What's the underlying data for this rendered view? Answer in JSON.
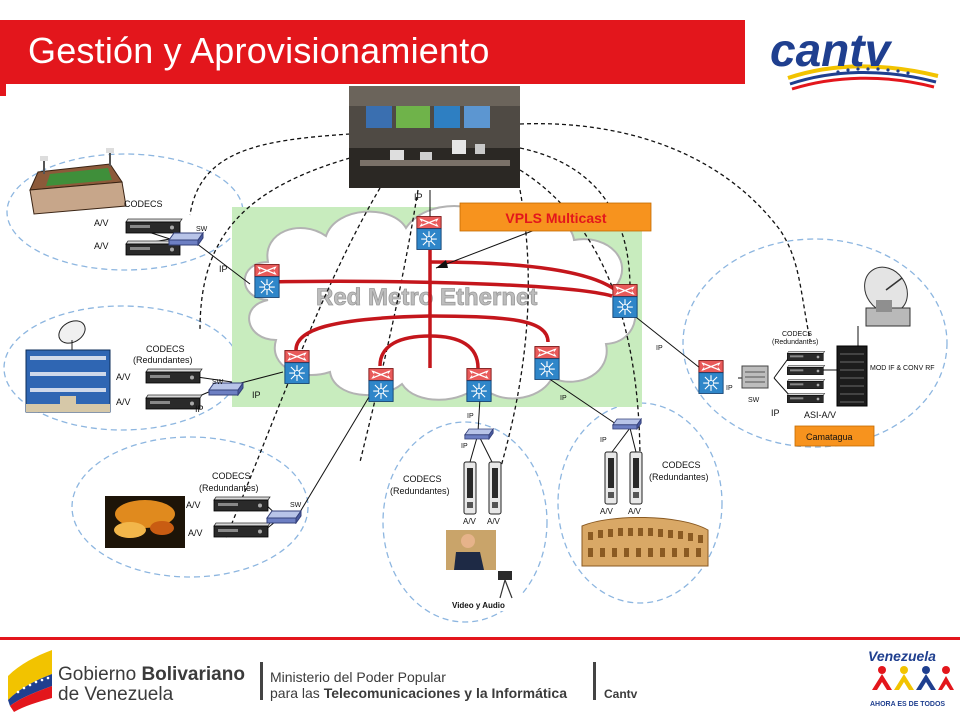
{
  "header": {
    "title": "Gestión y Aprovisionamiento",
    "logo_text": "cantv"
  },
  "network": {
    "cloud_label": "Red Metro Ethernet",
    "vpls_label": "VPLS Multicast",
    "top_ip": "IP"
  },
  "sites": {
    "stadium": {
      "codecs": "CODECS",
      "av1": "A/V",
      "av2": "A/V",
      "sw": "SW",
      "ip": "IP"
    },
    "building": {
      "codecs": "CODECS",
      "redundantes": "(Redundantes)",
      "av1": "A/V",
      "av2": "A/V",
      "sw": "SW",
      "ip": "IP",
      "ip2": "IP"
    },
    "theater": {
      "codecs": "CODECS",
      "redundantes": "(Redundantes)",
      "av1": "A/V",
      "av2": "A/V",
      "sw": "SW"
    },
    "studio": {
      "codecs": "CODECS",
      "redundantes": "(Redundantes)",
      "av1": "A/V",
      "av2": "A/V",
      "ip": "IP",
      "ip2": "IP",
      "caption": "Video y Audio"
    },
    "colosseum": {
      "codecs": "CODECS",
      "redundantes": "(Redundantes)",
      "av1": "A/V",
      "av2": "A/V",
      "ip": "IP",
      "ip2": "IP"
    },
    "camatagua": {
      "codecs": "CODECS",
      "redundantes": "(Redundantes)",
      "mod": "MOD IF & CONV RF",
      "asi": "ASI-A/V",
      "sw": "SW",
      "ip": "IP",
      "ip2": "IP",
      "ip3": "IP",
      "label": "Camatagua"
    }
  },
  "footer": {
    "gob_line1_normal": "Gobierno ",
    "gob_line1_bold": "Bolivariano",
    "gob_line2": "de Venezuela",
    "min_line1": "Ministerio del Poder Popular",
    "min_line2_normal": "para las ",
    "min_line2_bold": "Telecomunicaciones y la Informática",
    "cantv": "Cantv",
    "venezuela": "Venezuela",
    "slogan": "AHORA ES DE TODOS"
  },
  "colors": {
    "red": "#e3161c",
    "accent_orange": "#f7931e",
    "cloud_green": "#c8ecbe",
    "dash_blue": "#8db6e0",
    "router_blue": "#1f6fb5",
    "cantv_blue": "#1f3f8f"
  }
}
